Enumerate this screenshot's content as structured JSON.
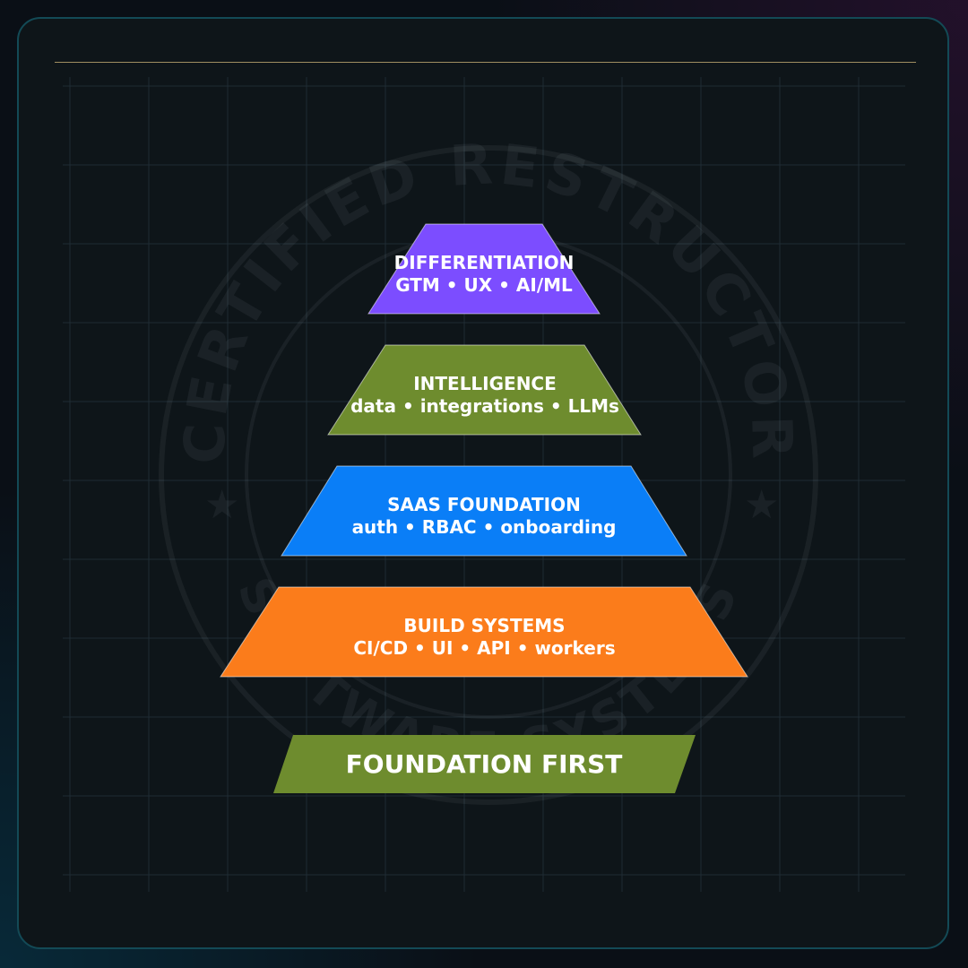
{
  "seal": {
    "arc_text": "CERTIFIED RESTRUCTOR",
    "lower_text": "SOFTWARE SYSTEMS"
  },
  "layers": [
    {
      "title": "DIFFERENTIATION",
      "subtitle": "GTM • UX • AI/ML",
      "color": "#7c4dff"
    },
    {
      "title": "INTELLIGENCE",
      "subtitle": "data • integrations • LLMs",
      "color": "#6e8c2e"
    },
    {
      "title": "SAAS FOUNDATION",
      "subtitle": "auth • RBAC • onboarding",
      "color": "#0a7ef7"
    },
    {
      "title": "BUILD SYSTEMS",
      "subtitle": "CI/CD • UI • API • workers",
      "color": "#fb7c1b"
    }
  ],
  "base": {
    "label": "FOUNDATION FIRST",
    "color": "#6e8c2e"
  },
  "colors": {
    "card_border": "#134a56",
    "grid": "#1f2c34",
    "rule": "#b9a36e"
  }
}
